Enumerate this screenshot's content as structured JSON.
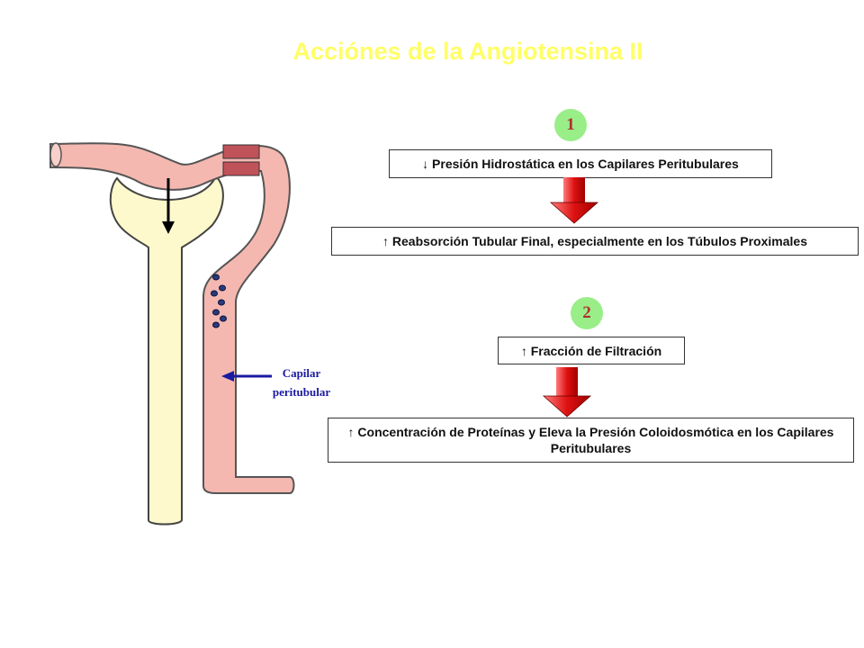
{
  "title": "Acciónes de la Angiotensina II",
  "step1": {
    "badge": "1",
    "box_a": "↓ Presión Hidrostática en los Capilares Peritubulares",
    "box_b": "↑ Reabsorción Tubular Final, especialmente en los Túbulos Proximales"
  },
  "step2": {
    "badge": "2",
    "box_a": "↑ Fracción de Filtración",
    "box_b": "↑ Concentración de Proteínas y Eleva la Presión Coloidosmótica en los Capilares Peritubulares"
  },
  "capillary_label": {
    "line1": "Capilar",
    "line2": "peritubular"
  },
  "colors": {
    "title": "#ffff66",
    "capillary": "#f4b8b0",
    "tubule": "#fdf9cc",
    "constriction": "#c0525a",
    "arrow_red": "#dd1111",
    "badge": "#99ee88",
    "badge_text": "#b03030",
    "label_blue": "#1a1aa0",
    "dots": "#2a3a7a"
  },
  "icons": {
    "flow_arrow": "down-arrow-icon",
    "big_arrow": "red-down-arrow-icon",
    "label_arrow": "left-arrow-icon"
  }
}
